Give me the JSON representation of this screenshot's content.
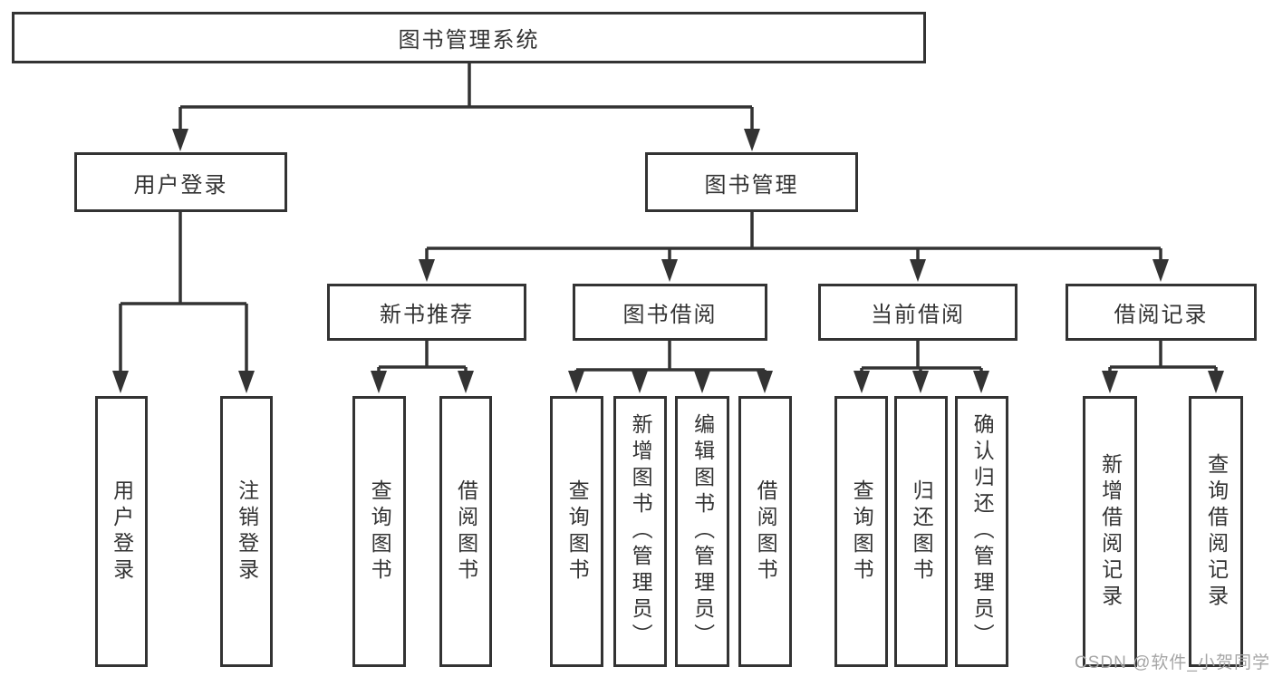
{
  "diagram": {
    "root": {
      "label": "图书管理系统"
    },
    "user_login": {
      "label": "用户登录",
      "children": [
        {
          "label": "用户登录"
        },
        {
          "label": "注销登录"
        }
      ]
    },
    "book_management": {
      "label": "图书管理",
      "sections": [
        {
          "label": "新书推荐",
          "children": [
            {
              "label": "查询图书"
            },
            {
              "label": "借阅图书"
            }
          ]
        },
        {
          "label": "图书借阅",
          "children": [
            {
              "label": "查询图书"
            },
            {
              "label": "新增图书（管理员）"
            },
            {
              "label": "编辑图书（管理员）"
            },
            {
              "label": "借阅图书"
            }
          ]
        },
        {
          "label": "当前借阅",
          "children": [
            {
              "label": "查询图书"
            },
            {
              "label": "归还图书"
            },
            {
              "label": "确认归还（管理员）"
            }
          ]
        },
        {
          "label": "借阅记录",
          "children": [
            {
              "label": "新增借阅记录"
            },
            {
              "label": "查询借阅记录"
            }
          ]
        }
      ]
    }
  },
  "watermark": {
    "text": "CSDN @软件_小贺同学"
  },
  "colors": {
    "line": "#333333",
    "text": "#333333",
    "box_border": "#333333",
    "background": "#ffffff",
    "watermark": "#a6a6a6"
  }
}
